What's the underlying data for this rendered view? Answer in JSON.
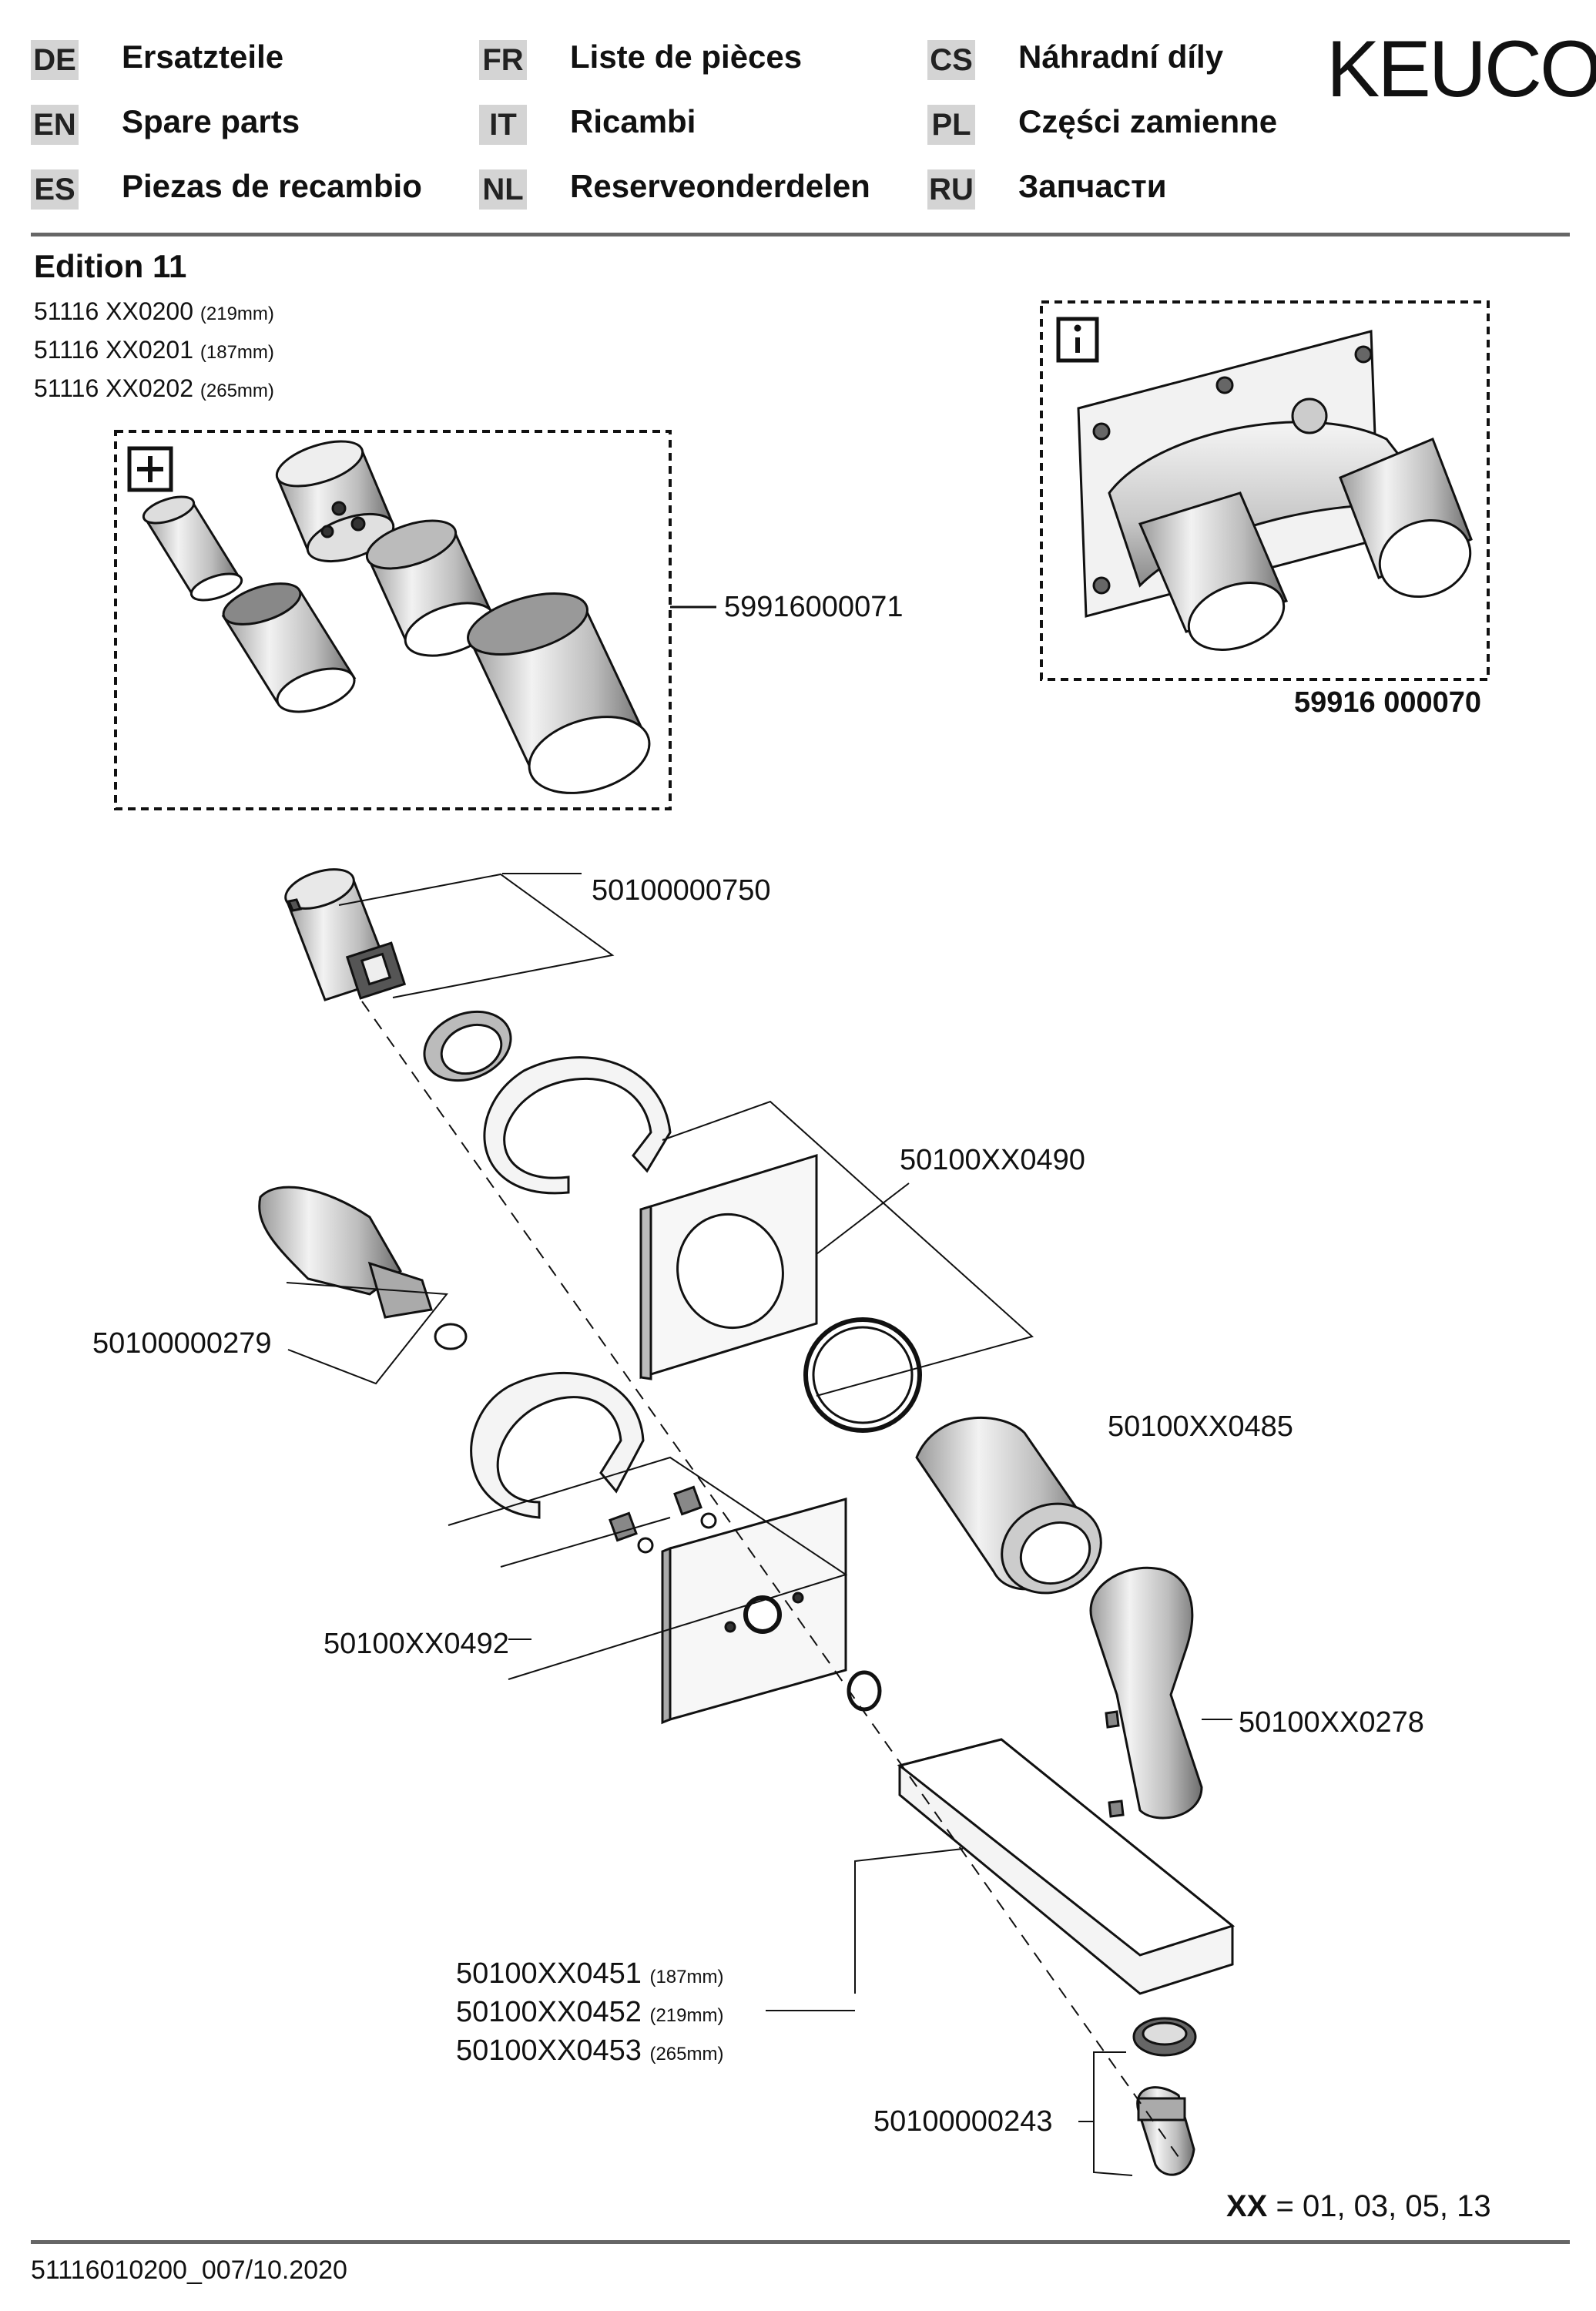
{
  "brand": "KEUCO",
  "languages": [
    {
      "code": "DE",
      "label": "Ersatzteile"
    },
    {
      "code": "EN",
      "label": "Spare parts"
    },
    {
      "code": "ES",
      "label": "Piezas de recambio"
    },
    {
      "code": "FR",
      "label": "Liste de pièces"
    },
    {
      "code": "IT",
      "label": "Ricambi"
    },
    {
      "code": "NL",
      "label": "Reserveonderdelen"
    },
    {
      "code": "CS",
      "label": "Náhradní díly"
    },
    {
      "code": "PL",
      "label": "Części zamienne"
    },
    {
      "code": "RU",
      "label": "Запчасти"
    }
  ],
  "product": {
    "title": "Edition 11",
    "models": [
      {
        "code": "51116 XX0200",
        "size": "(219mm)"
      },
      {
        "code": "51116 XX0201",
        "size": "(187mm)"
      },
      {
        "code": "51116 XX0202",
        "size": "(265mm)"
      }
    ]
  },
  "boxes": {
    "plus_icon": "plus-icon",
    "info_icon": "info-icon",
    "info_glyph": "i",
    "plus_glyph": "+"
  },
  "parts": {
    "repair_kit": "59916000071",
    "rough_in": "59916 000070",
    "cartridge": "50100000750",
    "rosette_plate": "50100XX0490",
    "spindle": "50100000279",
    "sleeve": "50100XX0485",
    "mounting_plate": "50100XX0492",
    "lever": "50100XX0278",
    "spout_187": {
      "code": "50100XX0451",
      "size": "(187mm)"
    },
    "spout_219": {
      "code": "50100XX0452",
      "size": "(219mm)"
    },
    "spout_265": {
      "code": "50100XX0453",
      "size": "(265mm)"
    },
    "aerator": "50100000243"
  },
  "finish_note": {
    "prefix": "XX",
    "text": "= 01, 03, 05, 13"
  },
  "footer": "51116010200_007/10.2020"
}
